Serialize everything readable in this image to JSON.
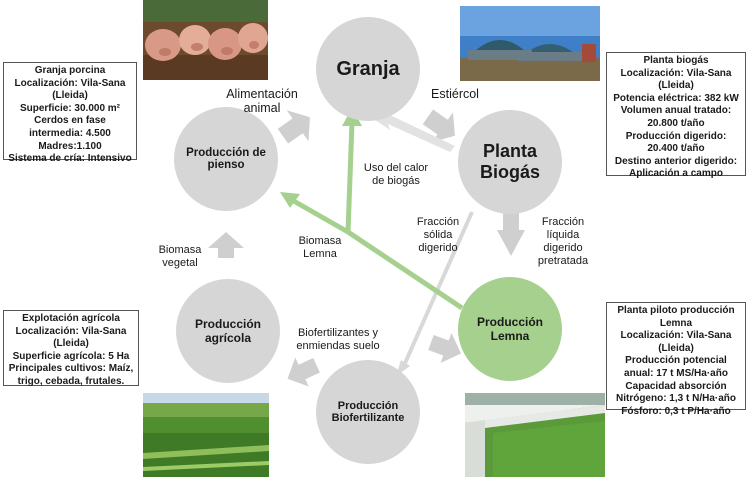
{
  "nodes": {
    "granja": "Granja",
    "planta_biogas": "Planta\nBiogás",
    "produccion_pienso": "Producción de\npienso",
    "produccion_agricola": "Producción\nagrícola",
    "produccion_biofertilizante": "Producción\nBiofertilizante",
    "produccion_lemna": "Producción\nLemna"
  },
  "flows": {
    "alimentacion_animal": "Alimentación\nanimal",
    "estiercol": "Estiércol",
    "uso_calor_biogas": "Uso del calor\nde biogás",
    "fraccion_solida": "Fracción\nsólida\ndigerido",
    "fraccion_liquida": "Fracción\nlíquida\ndigerido\npretratada",
    "biomasa_lemna": "Biomasa\nLemna",
    "biomasa_vegetal": "Biomasa\nvegetal",
    "biofertilizantes": "Biofertilizantes y\nenmiendas suelo"
  },
  "boxes": {
    "granja_porcina": [
      "Granja porcina",
      "Localización: Vila-Sana (Lleida)",
      "Superficie: 30.000 m²",
      "Cerdos en fase intermedia: 4.500",
      "Madres:1.100",
      "Sistema de cría: Intensivo"
    ],
    "planta_biogas": [
      "Planta biogás",
      "Localización: Vila-Sana (Lleida)",
      "Potencia eléctrica: 382 kW",
      "Volumen anual tratado: 20.800 t/año",
      "Producción digerido: 20.400 t/año",
      "Destino anterior digerido: Aplicación a campo"
    ],
    "explotacion_agricola": [
      "Explotación agrícola",
      "Localización: Vila-Sana (Lleida)",
      "Superficie agrícola: 5 Ha",
      "Principales cultivos: Maíz, trigo, cebada, frutales."
    ],
    "planta_piloto": [
      "Planta piloto producción Lemna",
      "Localización: Vila-Sana (Lleida)",
      "Producción potencial anual: 17 t MS/Ha·año",
      "Capacidad absorción Nitrógeno: 1,3 t N/Ha·año",
      "Fósforo: 0,3 t P/Ha·año"
    ]
  },
  "colors": {
    "node_gray": "#d6d6d6",
    "node_green": "#a6d08e",
    "arrow_gray": "#cfcfcf",
    "arrow_green": "#a6d08e"
  }
}
